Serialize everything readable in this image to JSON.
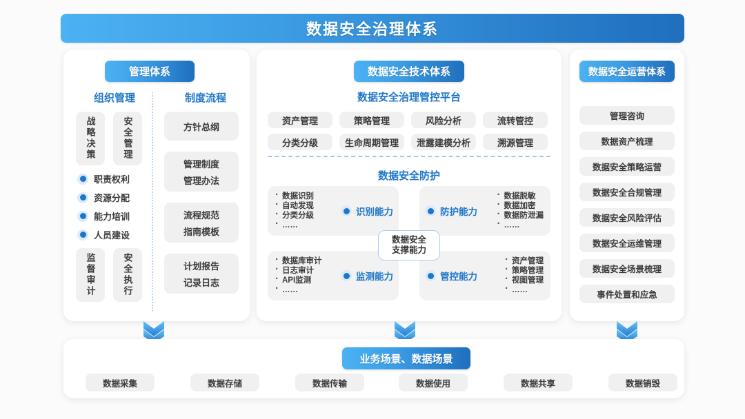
{
  "title": "数据安全治理体系",
  "colors": {
    "brand_light": "#4cb2f2",
    "brand_dark": "#1f6fbd",
    "accent_text": "#1f77c8",
    "chip_bg": "#f0f0f1",
    "page_bg": "#fbfbfb"
  },
  "left_panel": {
    "header": "管理体系",
    "col_a_head": "组织管理",
    "col_b_head": "制度流程",
    "vertical_boxes": [
      "战略决策",
      "安全管理",
      "监督审计",
      "安全执行"
    ],
    "dot_items": [
      "职责权利",
      "资源分配",
      "能力培训",
      "人员建设"
    ],
    "flow_boxes": [
      {
        "lines": [
          "方针总纲"
        ]
      },
      {
        "lines": [
          "管理制度",
          "管理办法"
        ]
      },
      {
        "lines": [
          "流程规范",
          "指南模板"
        ]
      },
      {
        "lines": [
          "计划报告",
          "记录日志"
        ]
      }
    ]
  },
  "mid_panel": {
    "header": "数据安全技术体系",
    "platform_head": "数据安全治理管控平台",
    "platform_chips_row1": [
      "资产管理",
      "策略管理",
      "风险分析",
      "流转管控"
    ],
    "platform_chips_row2": [
      "分类分级",
      "生命周期管理",
      "泄露建模分析",
      "溯源管理"
    ],
    "protect_head": "数据安全防护",
    "center_badge": [
      "数据安全",
      "支撑能力"
    ],
    "quadrants": [
      {
        "id": "tl",
        "caption": "识别能力",
        "side": "left",
        "items": [
          "数据识别",
          "自动发现",
          "分类分级",
          "……"
        ]
      },
      {
        "id": "tr",
        "caption": "防护能力",
        "side": "right",
        "items": [
          "数据脱敏",
          "数据加密",
          "数据防泄漏",
          "……"
        ]
      },
      {
        "id": "bl",
        "caption": "监测能力",
        "side": "left",
        "items": [
          "数据库审计",
          "日志审计",
          "API监测",
          "……"
        ]
      },
      {
        "id": "br",
        "caption": "管控能力",
        "side": "right",
        "items": [
          "资产管理",
          "策略管理",
          "视图管理",
          "……"
        ]
      }
    ]
  },
  "right_panel": {
    "header": "数据安全运营体系",
    "items": [
      "管理咨询",
      "数据资产梳理",
      "数据安全策略运营",
      "数据安全合规管理",
      "数据安全风险评估",
      "数据安全运维管理",
      "数据安全场景梳理",
      "事件处置和应急"
    ]
  },
  "bottom_panel": {
    "header": "业务场景、数据场景",
    "items": [
      "数据采集",
      "数据存储",
      "数据传输",
      "数据使用",
      "数据共享",
      "数据销毁"
    ]
  }
}
